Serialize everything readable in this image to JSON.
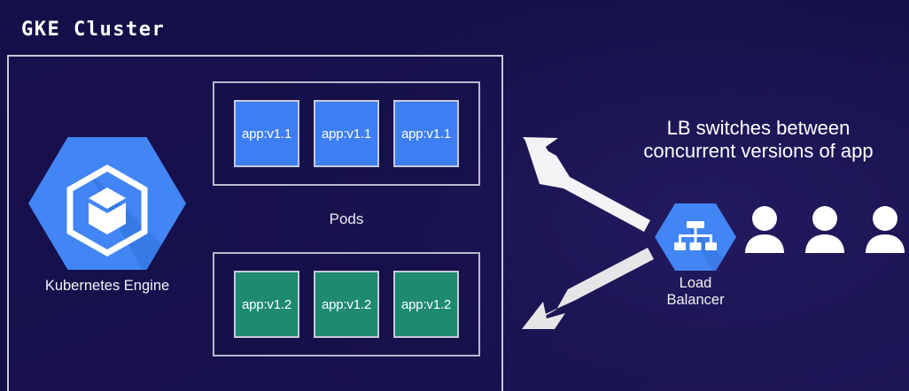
{
  "diagram": {
    "title": "GKE Cluster",
    "cluster": {
      "engine": {
        "icon": "kubernetes-engine-hexagon-icon",
        "label": "Kubernetes Engine"
      },
      "pods_caption": "Pods",
      "pod_groups": [
        {
          "version": "v1.1",
          "color": "#3d7ef2",
          "pods": [
            "app:v1.1",
            "app:v1.1",
            "app:v1.1"
          ]
        },
        {
          "version": "v1.2",
          "color": "#1d8a71",
          "pods": [
            "app:v1.2",
            "app:v1.2",
            "app:v1.2"
          ]
        }
      ]
    },
    "load_balancer": {
      "icon": "load-balancer-hexagon-icon",
      "label_line1": "Load",
      "label_line2": "Balancer"
    },
    "annotation": {
      "line1": "LB switches between",
      "line2": "concurrent versions of app"
    },
    "users": {
      "icon": "user-icon",
      "count": 3
    },
    "arrows": [
      {
        "name": "arrow-to-v1-1-pods",
        "direction": "up-left",
        "color": "#f3f3f5"
      },
      {
        "name": "arrow-to-v1-2-pods",
        "direction": "down-left",
        "color": "#e6e6e8"
      }
    ],
    "colors": {
      "background": "#15104a",
      "border": "#c8c8d8",
      "pod_v1_1": "#3d7ef2",
      "pod_v1_2": "#1d8a71",
      "accent_blue": "#4285f4",
      "text": "#ffffff"
    }
  }
}
